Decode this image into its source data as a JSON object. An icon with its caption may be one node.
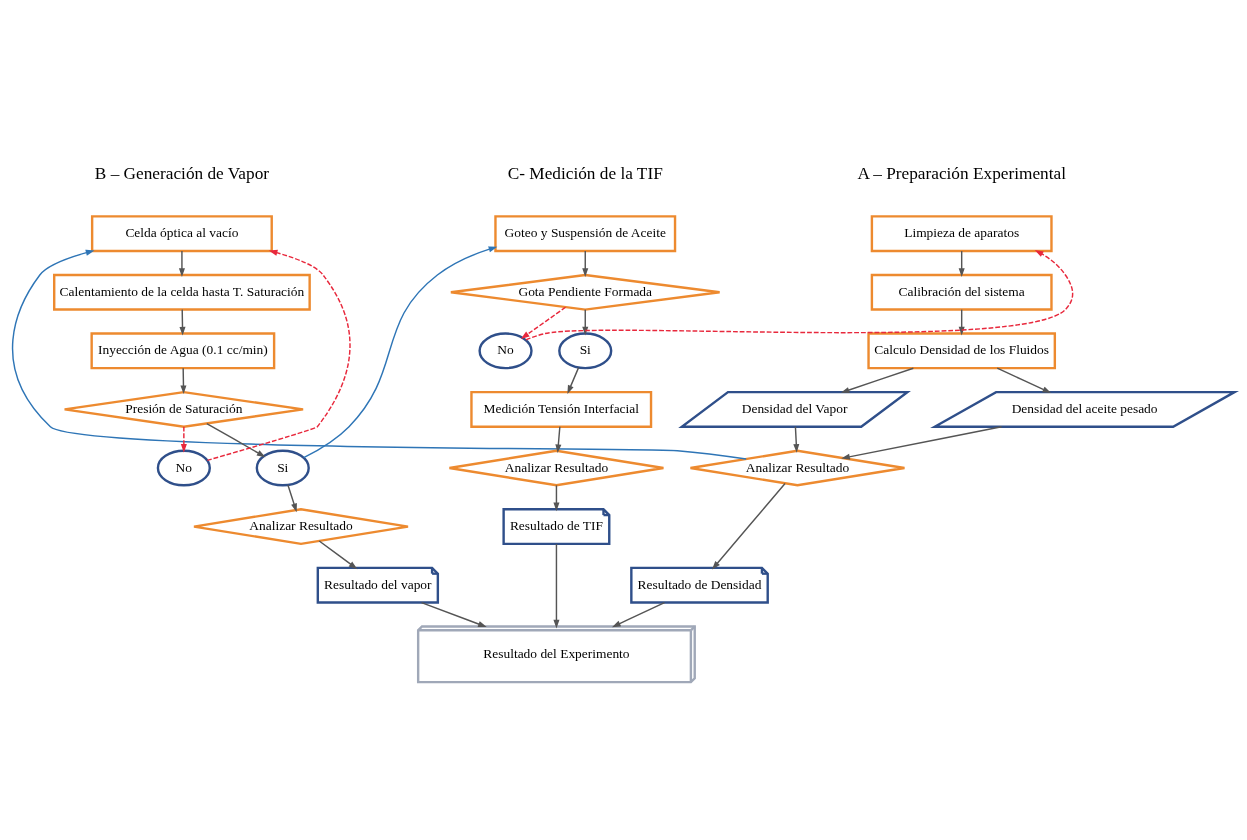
{
  "diagram": {
    "nodes": [
      {
        "text": [
          "Limpieza de aparatos"
        ]
      },
      {
        "text": [
          "Calibración del sistema"
        ]
      },
      {
        "text": [
          "Calculo Densidad de los Fluidos"
        ]
      },
      {
        "text": [
          "Densidad del aceite pesado"
        ]
      },
      {
        "text": [
          "Densidad del Vapor"
        ]
      },
      {
        "text": [
          "Analizar Resultado"
        ]
      },
      {
        "text": [
          "Resultado de Densidad"
        ]
      },
      {
        "text": [
          "Celda óptica al vacío"
        ]
      },
      {
        "text": [
          "Calentamiento de la celda hasta T. Saturación"
        ]
      },
      {
        "text": [
          "Inyección de Agua (0.1 cc/min)"
        ]
      },
      {
        "text": [
          "Presión de Saturación"
        ]
      },
      {
        "text": [
          "No"
        ]
      },
      {
        "text": [
          "Si"
        ]
      },
      {
        "text": [
          "Analizar Resultado"
        ]
      },
      {
        "text": [
          "Resultado del vapor"
        ]
      },
      {
        "text": [
          "Goteo y Suspensión de Aceite"
        ]
      },
      {
        "text": [
          "Gota Pendiente Formada"
        ]
      },
      {
        "text": [
          "Si"
        ]
      },
      {
        "text": [
          "No"
        ]
      },
      {
        "text": [
          "Medición Tensión Interfacial"
        ]
      },
      {
        "text": [
          "Analizar Resultado"
        ]
      },
      {
        "text": [
          "Resultado de TIF"
        ]
      },
      {
        "text": [
          "Resultado del Experimento"
        ]
      }
    ],
    "edges": [
      {
        "from": 0,
        "to": 1,
        "arrow": "to"
      },
      {
        "from": 1,
        "to": 2,
        "arrow": "to"
      },
      {
        "from": 2,
        "to": 3,
        "arrow": "to"
      },
      {
        "from": 2,
        "to": 4,
        "arrow": "to"
      },
      {
        "from": 3,
        "to": 5,
        "arrow": "to"
      },
      {
        "from": 4,
        "to": 5,
        "arrow": "to"
      },
      {
        "from": 5,
        "to": 6,
        "arrow": "to"
      },
      {
        "from": 6,
        "to": 22,
        "arrow": "to"
      },
      {
        "from": 5,
        "to": 7,
        "arrow": "to",
        "color": "#2e75b6"
      },
      {
        "from": 7,
        "to": 8,
        "arrow": "to"
      },
      {
        "from": 8,
        "to": 9,
        "arrow": "to"
      },
      {
        "from": 9,
        "to": 10,
        "arrow": "to"
      },
      {
        "from": 10,
        "to": 11,
        "arrow": "to",
        "style": "dashed",
        "color": "#e8283c"
      },
      {
        "from": 11,
        "to": 7,
        "arrow": "to",
        "style": "dashed",
        "color": "#e8283c"
      },
      {
        "from": 10,
        "to": 12,
        "arrow": "to"
      },
      {
        "from": 12,
        "to": 13,
        "arrow": "to"
      },
      {
        "from": 13,
        "to": 14,
        "arrow": "to"
      },
      {
        "from": 14,
        "to": 22,
        "arrow": "to"
      },
      {
        "from": 12,
        "to": 15,
        "arrow": "to",
        "color": "#2e75b6"
      },
      {
        "from": 15,
        "to": 16,
        "arrow": "to"
      },
      {
        "from": 16,
        "to": 17,
        "arrow": "to"
      },
      {
        "from": 16,
        "to": 18,
        "arrow": "to",
        "style": "dashed",
        "color": "#e8283c"
      },
      {
        "from": 18,
        "to": 0,
        "arrow": "to",
        "style": "dashed",
        "color": "#e8283c"
      },
      {
        "from": 17,
        "to": 19,
        "arrow": "to"
      },
      {
        "from": 19,
        "to": 20,
        "arrow": "to"
      },
      {
        "from": 20,
        "to": 21,
        "arrow": "to"
      },
      {
        "from": 21,
        "to": 22,
        "arrow": "to"
      }
    ],
    "labels": [
      "A – Preparación Experimental",
      "B – Generación de Vapor",
      "C- Medición de la TIF"
    ]
  }
}
